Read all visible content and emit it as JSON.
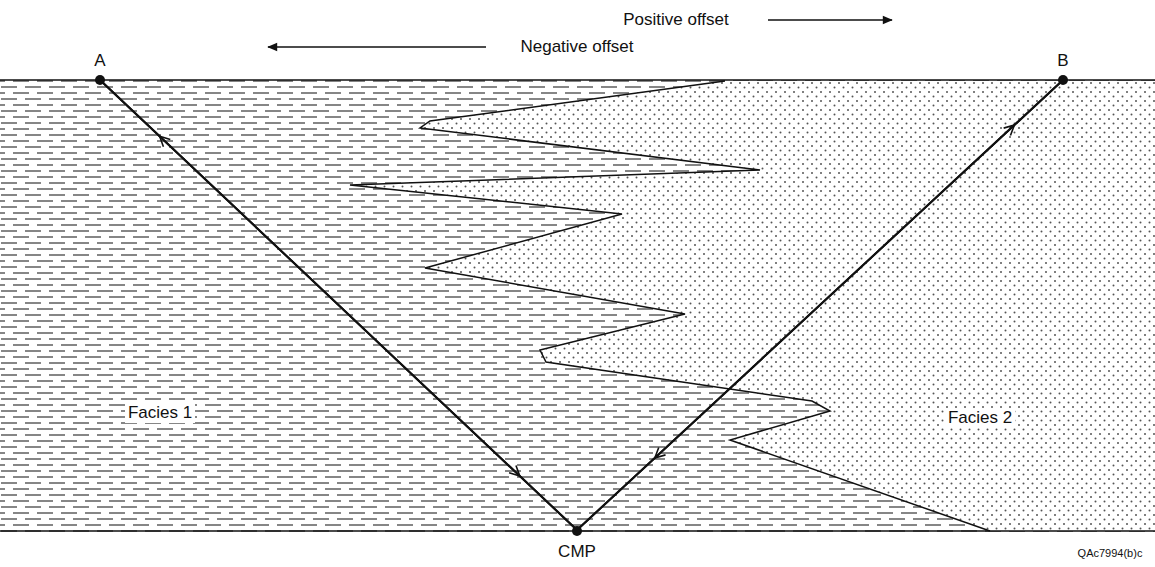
{
  "diagram": {
    "labels": [
      "Positive offset",
      "Negative offset",
      "A",
      "B",
      "Facies 1",
      "Facies 2",
      "CMP",
      "QAc7994(b)c"
    ]
  }
}
